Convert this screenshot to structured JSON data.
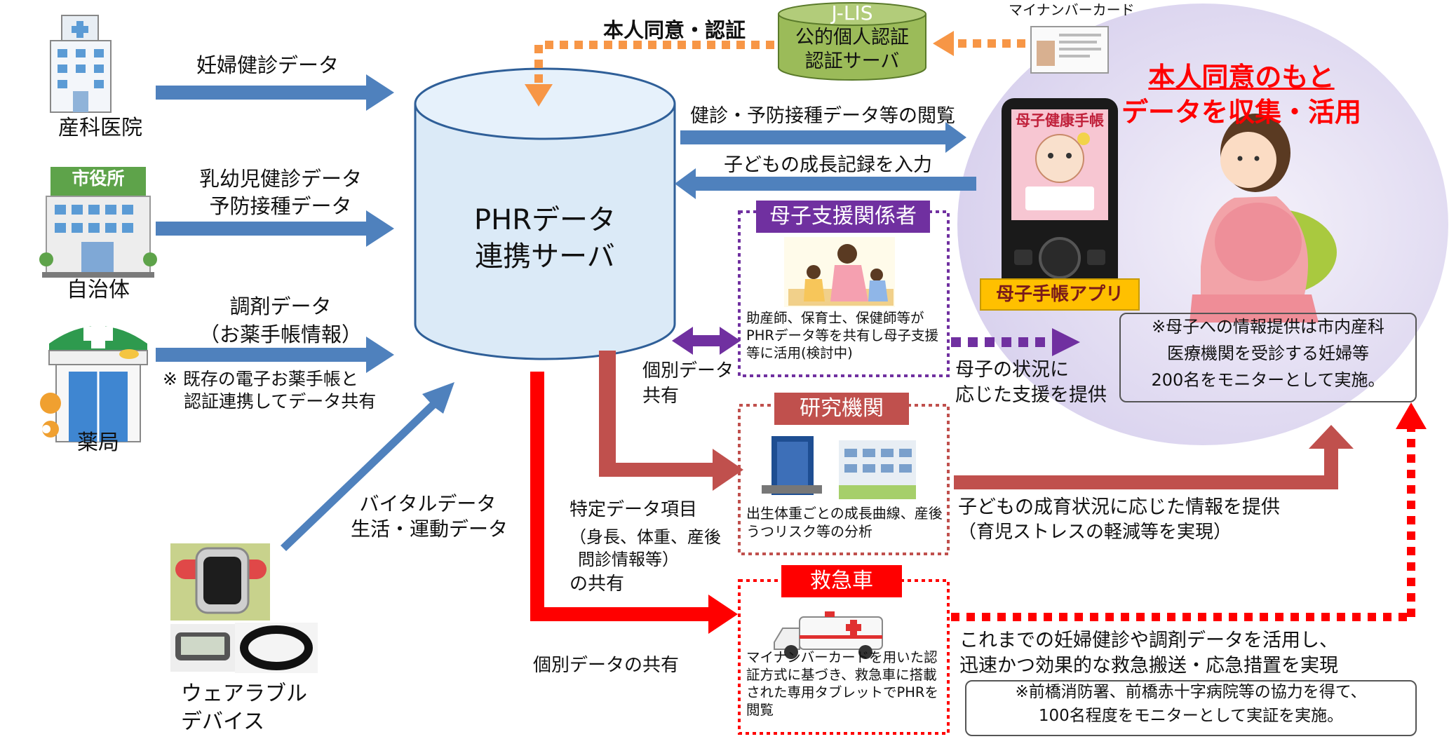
{
  "sources": {
    "clinic": {
      "label": "産科医院",
      "icon": "hospital-building-icon",
      "flow": "妊婦健診データ"
    },
    "city": {
      "label": "自治体",
      "icon": "city-hall-icon",
      "sign": "市役所",
      "flow_line1": "乳幼児健診データ",
      "flow_line2": "予防接種データ"
    },
    "pharmacy": {
      "label": "薬局",
      "icon": "pharmacy-icon",
      "flow_line1": "調剤データ",
      "flow_line2": "（お薬手帳情報）",
      "note_line1": "※ 既存の電子お薬手帳と",
      "note_line2": "認証連携してデータ共有"
    },
    "wearable": {
      "label_line1": "ウェアラブル",
      "label_line2": "デバイス",
      "icon": "wearable-devices-icon",
      "flow_line1": "バイタルデータ",
      "flow_line2": "生活・運動データ"
    }
  },
  "server": {
    "label_line1": "PHRデータ",
    "label_line2": "連携サーバ"
  },
  "jlis": {
    "line1": "J-LIS",
    "line2": "公的個人認証",
    "line3": "認証サーバ",
    "consent_label": "本人同意・認証",
    "card_label": "マイナンバーカード"
  },
  "app": {
    "view_label": "健診・予防接種データ等の閲覧",
    "input_label": "子どもの成長記録を入力",
    "phone_screen_title": "母子健康手帳",
    "badge": "母子手帳アプリ"
  },
  "mother": {
    "title_line1": "本人同意のもと",
    "title_line2": "データを収集・活用",
    "note_line1": "※母子への情報提供は市内産科",
    "note_line2": "医療機関を受診する妊婦等",
    "note_line3": "200名をモニターとして実施。"
  },
  "support": {
    "badge": "母子支援関係者",
    "desc": "助産師、保育士、保健師等がPHRデータ等を共有し母子支援等に活用(検討中)",
    "share_line1": "個別データ",
    "share_line2": "共有",
    "provide_line1": "母子の状況に",
    "provide_line2": "応じた支援を提供"
  },
  "research": {
    "badge": "研究機関",
    "desc": "出生体重ごとの成長曲線、産後うつリスク等の分析",
    "share_line1": "特定データ項目",
    "share_line2": "（身長、体重、産後",
    "share_line3": "問診情報等）",
    "share_line4": "の共有",
    "provide_line1": "子どもの成育状況に応じた情報を提供",
    "provide_line2": "（育児ストレスの軽減等を実現）"
  },
  "ambulance": {
    "badge": "救急車",
    "desc": "マイナンバーカードを用いた認証方式に基づき、救急車に搭載された専用タブレットでPHRを閲覧",
    "share_label": "個別データの共有",
    "provide_line1": "これまでの妊婦健診や調剤データを活用し、",
    "provide_line2": "迅速かつ効果的な救急搬送・応急措置を実現",
    "note_line1": "※前橋消防署、前橋赤十字病院等の協力を得て、",
    "note_line2": "100名程度をモニターとして実証を実施。"
  },
  "colors": {
    "blue": "#4f81bd",
    "orange": "#f79646",
    "purple": "#7030a0",
    "maroon": "#c0504d",
    "red": "#ff0000",
    "green": "#9bbb59",
    "ellipse": "#e3ddf2",
    "title_red": "#ff0000"
  }
}
